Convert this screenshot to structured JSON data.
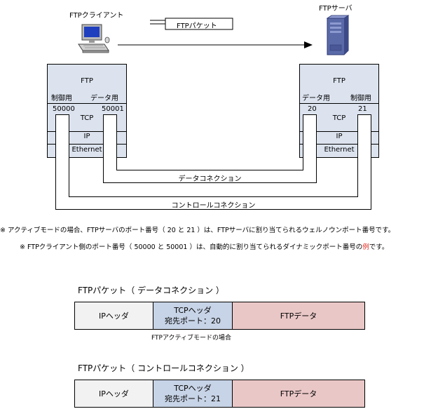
{
  "top": {
    "client_label": "FTPクライアント",
    "server_label": "FTPサーバ",
    "packet_label": "FTPパケット",
    "client_icon": "desktop-computer-icon",
    "server_icon": "server-tower-icon"
  },
  "client_stack": {
    "ftp": "FTP",
    "control": "制御用",
    "data": "データ用",
    "port_control": "50000",
    "port_data": "50001",
    "tcp": "TCP",
    "ip": "IP",
    "ethernet": "Ethernet"
  },
  "server_stack": {
    "ftp": "FTP",
    "data": "データ用",
    "control": "制御用",
    "port_data": "20",
    "port_control": "21",
    "tcp": "TCP",
    "ip": "IP",
    "ethernet": "Ethernet"
  },
  "connections": {
    "data": "データコネクション",
    "control": "コントロールコネクション"
  },
  "notes": {
    "line1": "※ アクティブモードの場合、FTPサーバのポート番号（ 20 と 21 ）は、FTPサーバに割り当てられるウェルノウンポート番号です。",
    "line2_pre": "※ FTPクライアント側のポート番号（ 50000 と 50001 ）は、自動的に割り当てられるダイナミックポート番号の",
    "line2_red": "例",
    "line2_post": "です。"
  },
  "packet_data": {
    "title": "FTPパケット（ データコネクション ）",
    "ip_header": "IPヘッダ",
    "tcp_header": "TCPヘッダ",
    "dest_port": "宛先ポート：20",
    "payload": "FTPデータ",
    "caption": "FTPアクティブモードの場合"
  },
  "packet_control": {
    "title": "FTPパケット（ コントロールコネクション ）",
    "ip_header": "IPヘッダ",
    "tcp_header": "TCPヘッダ",
    "dest_port": "宛先ポート：21",
    "payload": "FTPデータ"
  },
  "colors": {
    "stack_fill": "#dce3ef",
    "ip_fill": "#f2f2f2",
    "tcp_fill": "#c7d3e6",
    "payload_fill": "#eac7c7",
    "accent_red": "#e0261b"
  }
}
